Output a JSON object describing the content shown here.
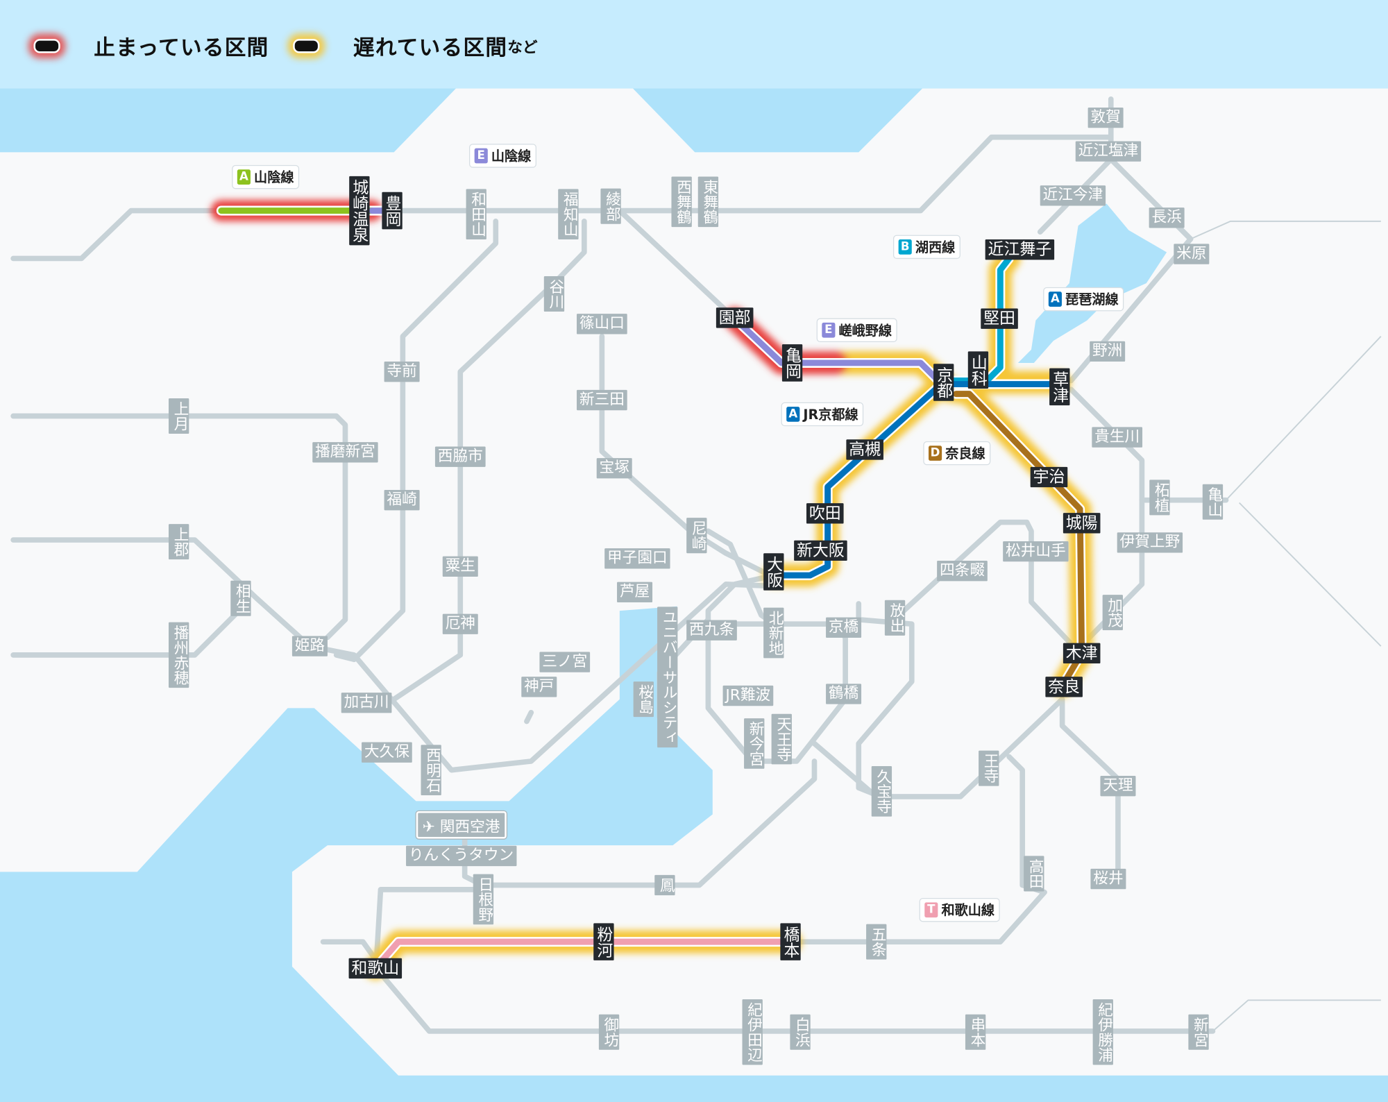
{
  "legend": {
    "stopped_label": "止まっている区間",
    "delayed_label": "遅れている区間",
    "delayed_suffix": "など"
  },
  "colors": {
    "stopped": "#e8423f",
    "delayed": "#f5c638",
    "sea": "#aee2fa",
    "land": "#f8f9fa",
    "inactive_line": "#c7d2d7"
  },
  "line_tags": [
    {
      "letter": "A",
      "name": "山陰線",
      "color": "#8dc21f"
    },
    {
      "letter": "E",
      "name": "山陰線",
      "color": "#8b89d9"
    },
    {
      "letter": "B",
      "name": "湖西線",
      "color": "#00a7d0"
    },
    {
      "letter": "A",
      "name": "琵琶湖線",
      "color": "#0072bc"
    },
    {
      "letter": "E",
      "name": "嵯峨野線",
      "color": "#8b89d9"
    },
    {
      "letter": "A",
      "name": "JR京都線",
      "color": "#0072bc"
    },
    {
      "letter": "D",
      "name": "奈良線",
      "color": "#a8711c"
    },
    {
      "letter": "T",
      "name": "和歌山線",
      "color": "#f09fb0"
    }
  ],
  "airport": {
    "icon": "airplane-icon",
    "name": "関西空港"
  },
  "stations": [
    {
      "name": "敦賀",
      "status": "normal"
    },
    {
      "name": "近江塩津",
      "status": "normal"
    },
    {
      "name": "近江今津",
      "status": "normal"
    },
    {
      "name": "長浜",
      "status": "normal"
    },
    {
      "name": "米原",
      "status": "normal"
    },
    {
      "name": "野洲",
      "status": "normal"
    },
    {
      "name": "貴生川",
      "status": "normal"
    },
    {
      "name": "柘植",
      "status": "normal"
    },
    {
      "name": "亀山",
      "status": "normal"
    },
    {
      "name": "伊賀上野",
      "status": "normal"
    },
    {
      "name": "加茂",
      "status": "normal"
    },
    {
      "name": "松井山手",
      "status": "normal"
    },
    {
      "name": "四条畷",
      "status": "normal"
    },
    {
      "name": "放出",
      "status": "normal"
    },
    {
      "name": "京橋",
      "status": "normal"
    },
    {
      "name": "鶴橋",
      "status": "normal"
    },
    {
      "name": "久宝寺",
      "status": "normal"
    },
    {
      "name": "王寺",
      "status": "normal"
    },
    {
      "name": "天理",
      "status": "normal"
    },
    {
      "name": "高田",
      "status": "normal"
    },
    {
      "name": "桜井",
      "status": "normal"
    },
    {
      "name": "五条",
      "status": "normal"
    },
    {
      "name": "串本",
      "status": "normal"
    },
    {
      "name": "紀伊勝浦",
      "status": "normal"
    },
    {
      "name": "新宮",
      "status": "normal"
    },
    {
      "name": "白浜",
      "status": "normal"
    },
    {
      "name": "紀伊田辺",
      "status": "normal"
    },
    {
      "name": "御坊",
      "status": "normal"
    },
    {
      "name": "鳳",
      "status": "normal"
    },
    {
      "name": "日根野",
      "status": "normal"
    },
    {
      "name": "りんくうタウン",
      "status": "normal"
    },
    {
      "name": "西明石",
      "status": "normal"
    },
    {
      "name": "大久保",
      "status": "normal"
    },
    {
      "name": "加古川",
      "status": "normal"
    },
    {
      "name": "姫路",
      "status": "normal"
    },
    {
      "name": "相生",
      "status": "normal"
    },
    {
      "name": "播州赤穂",
      "status": "normal"
    },
    {
      "name": "上郡",
      "status": "normal"
    },
    {
      "name": "上月",
      "status": "normal"
    },
    {
      "name": "播磨新宮",
      "status": "normal"
    },
    {
      "name": "福崎",
      "status": "normal"
    },
    {
      "name": "寺前",
      "status": "normal"
    },
    {
      "name": "西脇市",
      "status": "normal"
    },
    {
      "name": "粟生",
      "status": "normal"
    },
    {
      "name": "厄神",
      "status": "normal"
    },
    {
      "name": "谷川",
      "status": "normal"
    },
    {
      "name": "篠山口",
      "status": "normal"
    },
    {
      "name": "新三田",
      "status": "normal"
    },
    {
      "name": "宝塚",
      "status": "normal"
    },
    {
      "name": "尼崎",
      "status": "normal"
    },
    {
      "name": "甲子園口",
      "status": "normal"
    },
    {
      "name": "芦屋",
      "status": "normal"
    },
    {
      "name": "三ノ宮",
      "status": "normal"
    },
    {
      "name": "神戸",
      "status": "normal"
    },
    {
      "name": "ユニバーサルシティ",
      "status": "normal"
    },
    {
      "name": "桜島",
      "status": "normal"
    },
    {
      "name": "西九条",
      "status": "normal"
    },
    {
      "name": "北新地",
      "status": "normal"
    },
    {
      "name": "JR難波",
      "status": "normal"
    },
    {
      "name": "新今宮",
      "status": "normal"
    },
    {
      "name": "天王寺",
      "status": "normal"
    },
    {
      "name": "和田山",
      "status": "normal"
    },
    {
      "name": "福知山",
      "status": "normal"
    },
    {
      "name": "綾部",
      "status": "normal"
    },
    {
      "name": "西舞鶴",
      "status": "normal"
    },
    {
      "name": "東舞鶴",
      "status": "normal"
    },
    {
      "name": "城崎温泉",
      "status": "affected"
    },
    {
      "name": "豊岡",
      "status": "affected"
    },
    {
      "name": "園部",
      "status": "affected"
    },
    {
      "name": "亀岡",
      "status": "affected"
    },
    {
      "name": "京都",
      "status": "affected"
    },
    {
      "name": "山科",
      "status": "affected"
    },
    {
      "name": "近江舞子",
      "status": "affected"
    },
    {
      "name": "堅田",
      "status": "affected"
    },
    {
      "name": "草津",
      "status": "affected"
    },
    {
      "name": "高槻",
      "status": "affected"
    },
    {
      "name": "吹田",
      "status": "affected"
    },
    {
      "name": "新大阪",
      "status": "affected"
    },
    {
      "name": "大阪",
      "status": "affected"
    },
    {
      "name": "宇治",
      "status": "affected"
    },
    {
      "name": "城陽",
      "status": "affected"
    },
    {
      "name": "木津",
      "status": "affected"
    },
    {
      "name": "奈良",
      "status": "affected"
    },
    {
      "name": "和歌山",
      "status": "affected"
    },
    {
      "name": "粉河",
      "status": "affected"
    },
    {
      "name": "橋本",
      "status": "affected"
    }
  ]
}
